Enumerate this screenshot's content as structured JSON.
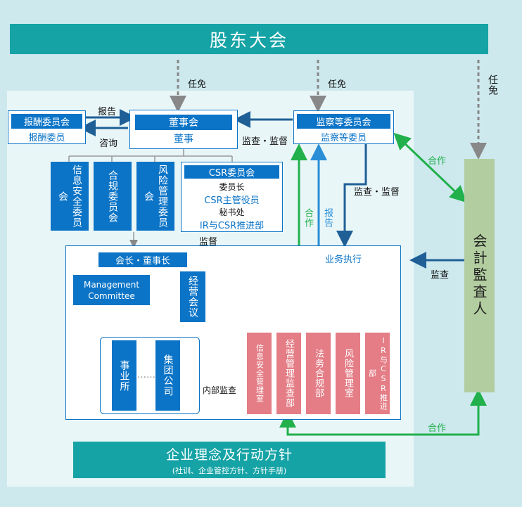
{
  "shareholders": "股东大会",
  "appoint": "任免",
  "board": {
    "title": "董事会",
    "subtitle": "董事"
  },
  "remuneration": {
    "title": "报酬委员会",
    "subtitle": "报酬委员"
  },
  "report": "报告",
  "consult": "咨询",
  "supervisory": {
    "title": "监察等委员会",
    "subtitle": "监察等委员"
  },
  "inspect_supervise": "监查・监督",
  "cooperate": "合作",
  "committees": [
    "信息安全委员会",
    "合规委员会",
    "风险管理委员会"
  ],
  "csr": {
    "title": "CSR委员会",
    "chair_label": "委员长",
    "chair": "CSR主管役员",
    "secretariat_label": "秘书处",
    "secretariat": "IR与CSR推进部"
  },
  "supervise": "监督",
  "business_execution": "业务执行",
  "chairman": "会长・董事长",
  "management_committee": "Management Committee",
  "business_meeting": "经营会议",
  "offices": [
    "事业所",
    "集团公司"
  ],
  "dots": "……",
  "internal_audit": "内部监查",
  "departments": [
    "信息安全管理室",
    "经营管理监查部",
    "法务合规部",
    "风险管理室",
    "IR与CSR推进部"
  ],
  "accounting_auditor": "会計監査人",
  "inspect": "监查",
  "philosophy": {
    "title": "企业理念及行动方针",
    "subtitle": "(社训、企业管控方针、方针手册)"
  },
  "colors": {
    "teal": "#16a3a6",
    "blue": "#0b74c7",
    "pink": "#e47d86",
    "green": "#21b04b",
    "auditor": "#b2cea0"
  }
}
